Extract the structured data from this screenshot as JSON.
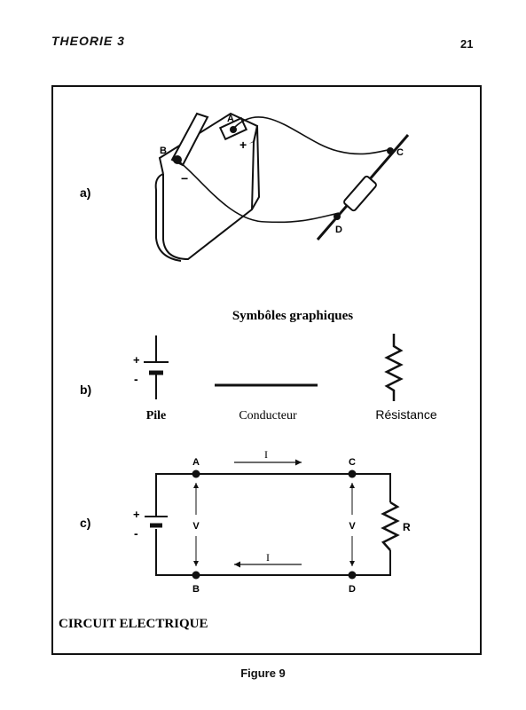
{
  "header": {
    "left": "THEORIE 3",
    "page_number": "21"
  },
  "parts": {
    "a": "a)",
    "b": "b)",
    "c": "c)"
  },
  "battery_art": {
    "terminal_a": "A",
    "terminal_b": "B",
    "plus": "+",
    "minus": "−",
    "point_c": "C",
    "point_d": "D"
  },
  "symbols": {
    "title": "Symbôles graphiques",
    "plus": "+",
    "minus": "-",
    "pile": "Pile",
    "conducteur": "Conducteur",
    "resistance": "Résistance"
  },
  "circuit": {
    "node_a": "A",
    "node_b": "B",
    "node_c": "C",
    "node_d": "D",
    "current_top": "I",
    "current_bottom": "I",
    "voltage_left": "V",
    "voltage_right": "V",
    "resistor": "R",
    "plus": "+",
    "minus": "-",
    "title": "CIRCUIT ELECTRIQUE"
  },
  "caption": "Figure 9"
}
